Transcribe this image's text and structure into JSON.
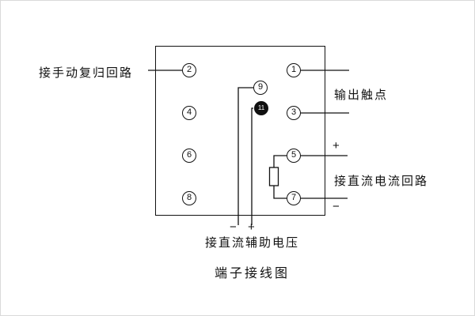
{
  "title": "端子接线图",
  "labels": {
    "manual_reset": "接手动复归回路",
    "output_contact": "输出触点",
    "dc_current_loop": "接直流电流回路",
    "dc_aux_voltage": "接直流辅助电压"
  },
  "polarity": {
    "bottom_minus": "−",
    "bottom_plus": "+",
    "right_plus": "+",
    "right_minus": "−"
  },
  "terminals": {
    "t1": "1",
    "t2": "2",
    "t3": "3",
    "t4": "4",
    "t5": "5",
    "t6": "6",
    "t7": "7",
    "t8": "8",
    "t9": "9",
    "t11": "11"
  },
  "colors": {
    "line": "#111111",
    "background": "#ffffff"
  }
}
